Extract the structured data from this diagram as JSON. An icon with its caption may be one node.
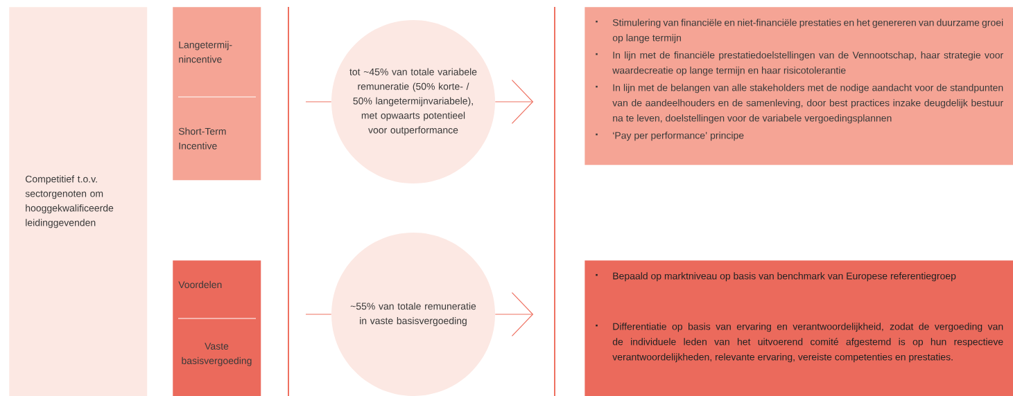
{
  "diagram": {
    "nodes": [
      {
        "text": [
          "Competitief t.o.v. sectorgenoten om hooggekwalificeerde leidinggevenden"
        ]
      },
      {
        "text": [
          "Langetermij-nincentive",
          "Short-Term Incentive"
        ]
      },
      {
        "text": [
          "Voordelen",
          "Vaste basisvergoeding"
        ]
      },
      {
        "text": [
          "tot ~45% van totale variabele remuneratie (50% korte- / 50% langetermijnvariabele), met opwaarts potentieel voor outperformance"
        ]
      },
      {
        "text": [
          "~55% van totale remuneratie in vaste basisvergoeding"
        ]
      },
      {
        "text": [
          "Stimulering van financiële en niet-financiële prestaties en het genereren van duurzame groei op lange termijn",
          "In lijn met de financiële prestatiedoelstellingen van de Vennootschap, haar strategie voor waardecreatie op lange termijn en haar risicotolerantie",
          "In lijn met de belangen van alle stakeholders met de nodige aandacht voor de standpunten van de aandeelhouders en de samenleving, door best practices inzake deugdelijk bestuur na te leven, doelstellingen voor de variabele vergoedingsplannen",
          "‘Pay per performance’ principe"
        ]
      },
      {
        "text": [
          "Bepaald op marktniveau op basis van benchmark van Europese referentiegroep",
          "Differentiatie op basis van ervaring en verantwoordelijkheid, zodat de vergoeding van de individuele leden van het uitvoerend comité afgestemd is op hun respectieve verantwoordelijkheden, relevante ervaring, vereiste competenties en prestaties."
        ]
      }
    ],
    "edges": [
      {
        "from": null,
        "to": 3,
        "arrow": "none"
      },
      {
        "from": 3,
        "to": null,
        "arrow": "to"
      },
      {
        "from": null,
        "to": 4,
        "arrow": "none"
      },
      {
        "from": 4,
        "to": null,
        "arrow": "to"
      }
    ]
  }
}
